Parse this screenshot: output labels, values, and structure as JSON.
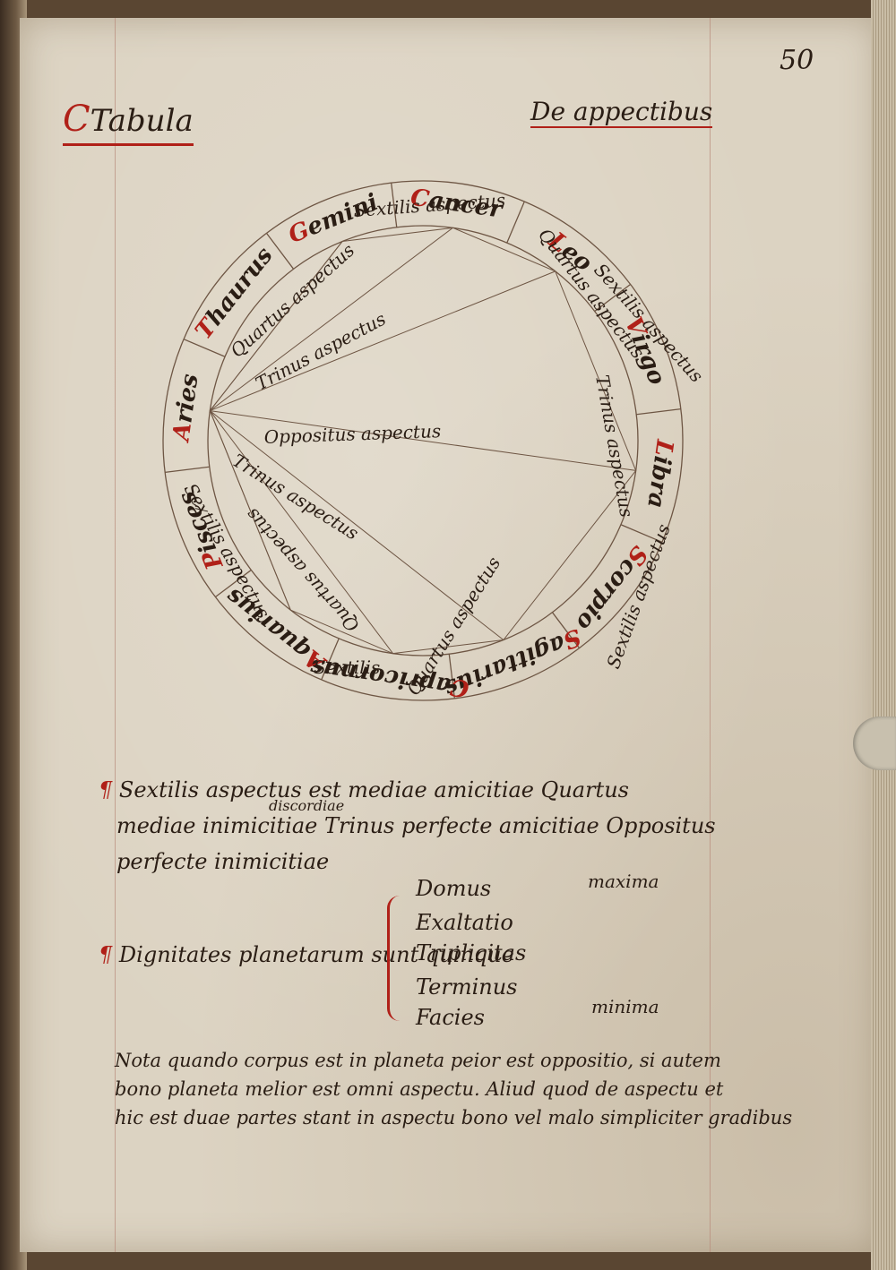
{
  "folio": "50",
  "header": {
    "title_cap": "C",
    "title_rest": "Tabula",
    "right_title": "De appectibus"
  },
  "zodiac": [
    "Aries",
    "Thaurus",
    "Gemini",
    "Cancer",
    "Leo",
    "Virgo",
    "Libra",
    "Scorpio",
    "Sagittarius",
    "Capricornus",
    "Aquarius",
    "Pisces"
  ],
  "aspects": {
    "sextilis_top": "Sextilis aspectus",
    "quartus_left": "Quartus aspectus",
    "trinus_left": "Trinus aspectus",
    "oppositus": "Oppositus aspectus",
    "trinus_right": "Trinus aspectus",
    "quartus_right": "Quartus aspectus",
    "sextilis_right": "Sextilis aspectus",
    "trinus_lower": "Trinus aspectus",
    "quartus_lower": "Quartus aspectus",
    "sextilis_lower": "Sextilis aspectus",
    "sextilis_bottom": "Sextilis",
    "quartus_bottom": "Quartus aspectus",
    "sextilis_side": "Sextilis aspectus"
  },
  "notes": {
    "line1": "Sextilis aspectus est mediae amicitiae Quartus",
    "superscript": "discordiae",
    "line2": "mediae inimicitiae Trinus perfecte amicitiae Oppositus",
    "line3": "perfecte inimicitiae",
    "dignitates_label": "Dignitates planetarum sunt quinque",
    "dignitates": [
      "Domus",
      "Exaltatio",
      "Triplicitas",
      "Terminus",
      "Facies"
    ],
    "maxima": "maxima",
    "minima": "minima",
    "closing1": "Nota quando corpus est in planeta peior est oppositio, si autem",
    "closing2": "bono planeta melior est omni aspectu. Aliud quod de aspectu et",
    "closing3": "hic est duae partes stant in aspectu bono vel malo simpliciter gradibus"
  },
  "colors": {
    "ink": "#2a1d14",
    "rubric": "#b02018",
    "parchment": "#dcd3c2"
  }
}
